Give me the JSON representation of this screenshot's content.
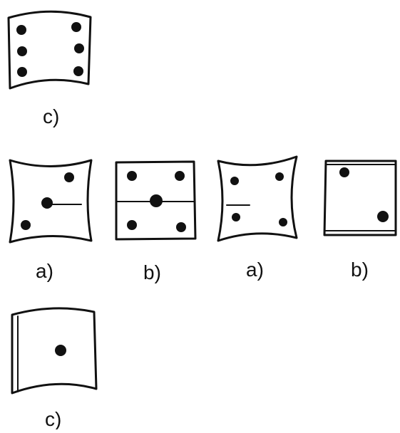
{
  "figures": [
    {
      "id": "top-c",
      "label": "c)"
    },
    {
      "id": "row2-a1",
      "label": "a)"
    },
    {
      "id": "row2-b1",
      "label": "b)"
    },
    {
      "id": "row2-a2",
      "label": "a)"
    },
    {
      "id": "row2-b2",
      "label": "b)"
    },
    {
      "id": "bottom-c",
      "label": "c)"
    }
  ]
}
